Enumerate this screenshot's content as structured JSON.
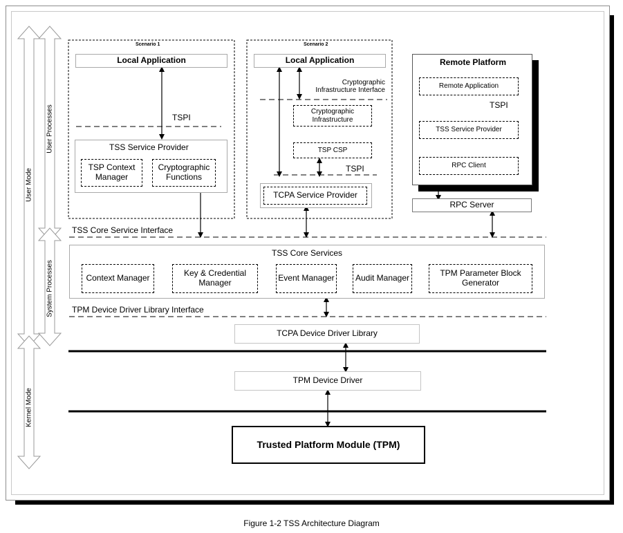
{
  "left_labels": {
    "user_mode": "User Mode",
    "user_processes": "User Processes",
    "system_processes": "System Processes",
    "kernel_mode": "Kernel Mode"
  },
  "scenario1": {
    "title": "Scenario 1",
    "local_application": "Local Application",
    "tspi": "TSPI",
    "tss_service_provider": "TSS Service Provider",
    "tsp_context_manager": "TSP Context Manager",
    "cryptographic_functions": "Cryptographic Functions"
  },
  "scenario2": {
    "title": "Scenario 2",
    "local_application": "Local Application",
    "crypto_infra_interface": "Cryptographic Infrastructure Interface",
    "crypto_infrastructure": "Cryptographic Infrastructure",
    "tsp_csp": "TSP CSP",
    "tspi": "TSPI",
    "tcpa_service_provider": "TCPA Service Provider"
  },
  "remote": {
    "title": "Remote Platform",
    "remote_application": "Remote Application",
    "tspi": "TSPI",
    "tss_service_provider": "TSS Service Provider",
    "rpc_client": "RPC Client",
    "rpc_server": "RPC Server"
  },
  "tss_core_service_interface": "TSS Core Service Interface",
  "core": {
    "title": "TSS Core Services",
    "context_manager": "Context Manager",
    "key_credential_manager": "Key & Credential Manager",
    "event_manager": "Event Manager",
    "audit_manager": "Audit Manager",
    "tpm_parameter_block_generator": "TPM Parameter Block Generator"
  },
  "tpm_ddl_interface": "TPM Device Driver Library Interface",
  "tcpa_device_driver_library": "TCPA Device Driver Library",
  "tpm_device_driver": "TPM Device Driver",
  "tpm": "Trusted Platform Module (TPM)",
  "caption": "Figure 1-2 TSS Architecture Diagram"
}
